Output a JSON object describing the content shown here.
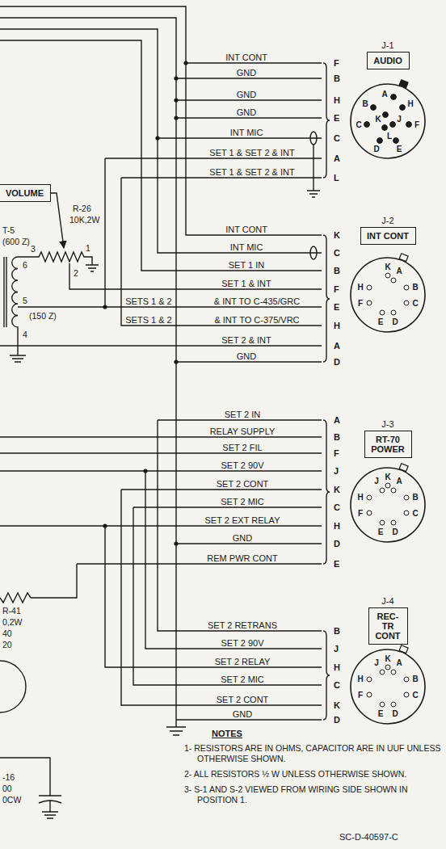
{
  "diagram": {
    "nodes": [
      {
        "text": [
          "VOLUME"
        ]
      },
      {
        "text": [
          "J-1",
          "AUDIO"
        ]
      },
      {
        "text": [
          "J-2",
          "INT CONT"
        ]
      },
      {
        "text": [
          "J-3",
          "RT-70 POWER"
        ]
      },
      {
        "text": [
          "J-4",
          "REC-TR CONT"
        ]
      }
    ],
    "labels": [
      "INT CONT",
      "GND",
      "GND",
      "GND",
      "INT MIC",
      "SET 1 & SET 2 & INT",
      "SET 1 & SET 2 & INT",
      "F",
      "B",
      "H",
      "E",
      "C",
      "A",
      "L",
      "A",
      "B",
      "H",
      "C",
      "K",
      "J",
      "F",
      "L",
      "D",
      "E",
      "INT CONT",
      "INT MIC",
      "SET 1 IN",
      "SET 1 & INT",
      "SETS 1 & 2",
      "& INT TO C-435/GRC",
      "SETS 1 & 2",
      "& INT TO C-375/VRC",
      "SET 2 & INT",
      "GND",
      "K",
      "C",
      "B",
      "F",
      "E",
      "H",
      "A",
      "D",
      "K",
      "A",
      "H",
      "B",
      "F",
      "C",
      "E",
      "D",
      "SET 2 IN",
      "RELAY SUPPLY",
      "SET 2 FIL",
      "SET 2 90V",
      "SET 2 CONT",
      "SET 2 MIC",
      "SET 2 EXT RELAY",
      "GND",
      "REM PWR CONT",
      "A",
      "B",
      "F",
      "J",
      "K",
      "C",
      "H",
      "D",
      "E",
      "J",
      "K",
      "A",
      "H",
      "B",
      "F",
      "C",
      "E",
      "D",
      "SET 2 RETRANS",
      "SET 2 90V",
      "SET 2 RELAY",
      "SET 2 MIC",
      "SET 2 CONT",
      "GND",
      "B",
      "J",
      "H",
      "C",
      "K",
      "D",
      "J",
      "K",
      "A",
      "H",
      "B",
      "F",
      "C",
      "E",
      "D",
      "R-26",
      "10K,2W",
      "T-5",
      "(600 Z)",
      "6",
      "3",
      "1",
      "2",
      "5",
      "(150 Z)",
      "4",
      "R-41",
      "0,2W",
      "40",
      "20",
      "-16",
      "00",
      "0CW",
      "NOTES",
      "1- RESISTORS ARE IN OHMS, CAPACITOR ARE IN UUF UNLESS OTHERWISE SHOWN.",
      "2- ALL RESISTORS ½ W UNLESS OTHERWISE SHOWN.",
      "3- S-1 AND S-2 VIEWED FROM WIRING SIDE SHOWN IN POSITION 1.",
      "SC-D-40597-C"
    ]
  }
}
